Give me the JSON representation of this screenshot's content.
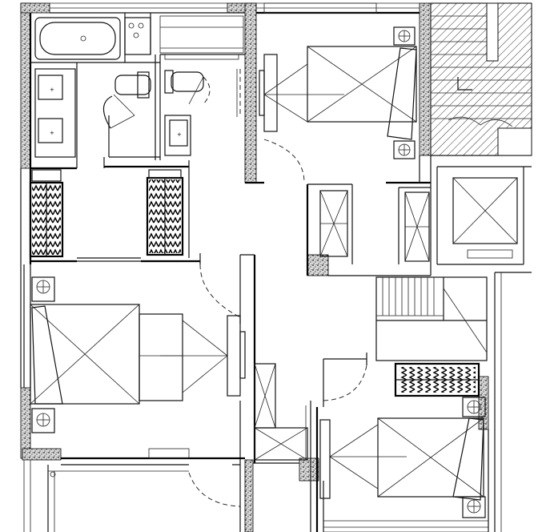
{
  "drawing": {
    "background_color": "#ffffff",
    "line_color": "#111111",
    "wall_pattern": "granite-speckle",
    "rooms": [
      {
        "id": "bathroom",
        "fixtures": [
          "bathtub",
          "double-vanity",
          "toilet",
          "shower",
          "sink"
        ]
      },
      {
        "id": "bedroom-top",
        "fixtures": [
          "bed",
          "nightstand",
          "nightstand",
          "tv-console"
        ]
      },
      {
        "id": "closet-top",
        "fixtures": [
          "wardrobe",
          "wardrobe"
        ]
      },
      {
        "id": "dressing-room",
        "fixtures": [
          "wardrobe",
          "wardrobe"
        ]
      },
      {
        "id": "master-bedroom",
        "fixtures": [
          "bed",
          "bench",
          "nightstand",
          "nightstand",
          "tv-console"
        ]
      },
      {
        "id": "stair-top-right",
        "fixtures": [
          "stair"
        ]
      },
      {
        "id": "elevator",
        "fixtures": [
          "elevator-shaft"
        ]
      },
      {
        "id": "stairwell",
        "fixtures": [
          "stair"
        ]
      },
      {
        "id": "bedroom-bottom",
        "fixtures": [
          "bed",
          "nightstand",
          "nightstand",
          "wardrobe",
          "tv-console"
        ]
      }
    ]
  }
}
